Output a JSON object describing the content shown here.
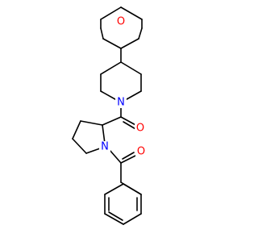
{
  "colors": {
    "bond": "#000000",
    "oxygen": "#ff0000",
    "nitrogen": "#0000ff",
    "background": "#ffffff"
  },
  "atoms": {
    "ring_oxygen": "O",
    "piperidine_nitrogen": "N",
    "carbonyl_oxygen_1": "O",
    "pyrrolidine_nitrogen": "N",
    "carbonyl_oxygen_2": "O"
  }
}
